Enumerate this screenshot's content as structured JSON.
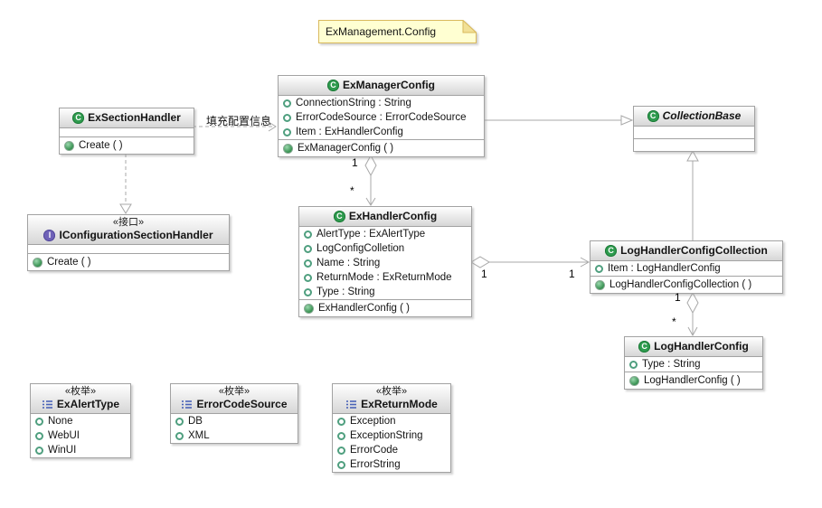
{
  "note": {
    "text": "ExManagement.Config"
  },
  "icons": {
    "class_glyph": "C",
    "interface_glyph": "I"
  },
  "classes": {
    "ex_section_handler": {
      "kind": "class",
      "name": "ExSectionHandler",
      "methods": [
        "Create ( )"
      ]
    },
    "ex_manager_config": {
      "kind": "class",
      "name": "ExManagerConfig",
      "properties": [
        "ConnectionString : String",
        "ErrorCodeSource : ErrorCodeSource",
        "Item : ExHandlerConfig"
      ],
      "methods": [
        "ExManagerConfig ( )"
      ]
    },
    "collection_base": {
      "kind": "class",
      "name": "CollectionBase"
    },
    "i_configuration_section_handler": {
      "kind": "interface",
      "stereotype": "«接口»",
      "name": "IConfigurationSectionHandler",
      "methods": [
        "Create ( )"
      ]
    },
    "ex_handler_config": {
      "kind": "class",
      "name": "ExHandlerConfig",
      "properties": [
        "AlertType : ExAlertType",
        "LogConfigColletion",
        "Name : String",
        "ReturnMode : ExReturnMode",
        "Type : String"
      ],
      "methods": [
        "ExHandlerConfig ( )"
      ]
    },
    "log_handler_config_collection": {
      "kind": "class",
      "name": "LogHandlerConfigCollection",
      "properties": [
        "Item : LogHandlerConfig"
      ],
      "methods": [
        "LogHandlerConfigCollection ( )"
      ]
    },
    "log_handler_config": {
      "kind": "class",
      "name": "LogHandlerConfig",
      "properties": [
        "Type : String"
      ],
      "methods": [
        "LogHandlerConfig ( )"
      ]
    },
    "ex_alert_type": {
      "kind": "enum",
      "stereotype": "«枚举»",
      "name": "ExAlertType",
      "values": [
        "None",
        "WebUI",
        "WinUI"
      ]
    },
    "error_code_source": {
      "kind": "enum",
      "stereotype": "«枚举»",
      "name": "ErrorCodeSource",
      "values": [
        "DB",
        "XML"
      ]
    },
    "ex_return_mode": {
      "kind": "enum",
      "stereotype": "«枚举»",
      "name": "ExReturnMode",
      "values": [
        "Exception",
        "ExceptionString",
        "ErrorCode",
        "ErrorString"
      ]
    }
  },
  "connectors": {
    "dependency_label": "填充配置信息",
    "manager_to_handler": {
      "source_mult": "1",
      "target_mult": "*"
    },
    "handler_to_logcollection": {
      "source_mult": "1",
      "target_mult": "1"
    },
    "logcollection_to_loghandler": {
      "source_mult": "1",
      "target_mult": "*"
    }
  },
  "colors": {
    "class_icon": "#2e9b4e",
    "interface_icon": "#6f62b8",
    "enum_icon": "#4a63b8",
    "note_bg": "#ffffd2",
    "note_border": "#d9b95c",
    "line": "#a8a8a8",
    "header_gradient_bottom": "#d6d6d6"
  }
}
